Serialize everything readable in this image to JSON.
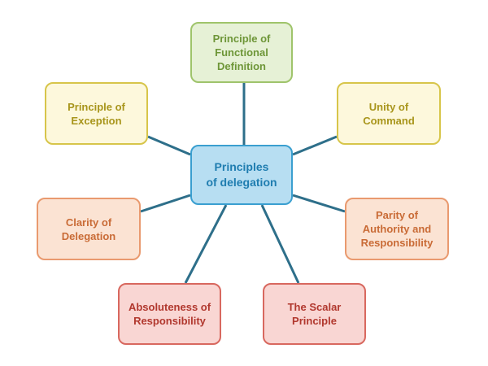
{
  "center": {
    "label": "Principles\nof delegation"
  },
  "nodes": {
    "functional_definition": "Principle of\nFunctional\nDefinition",
    "exception": "Principle of\nException",
    "unity_of_command": "Unity of\nCommand",
    "clarity_of_delegation": "Clarity of\nDelegation",
    "parity": "Parity of\nAuthority and\nResponsibility",
    "absoluteness": "Absoluteness of\nResponsibility",
    "scalar": "The Scalar\nPrinciple"
  },
  "colors": {
    "connector": "#2e6f8a",
    "center_fill": "#b7def2",
    "green": "#9fc46b",
    "yellow": "#d7c54a",
    "orange": "#e99a6f",
    "red": "#d8685f"
  }
}
